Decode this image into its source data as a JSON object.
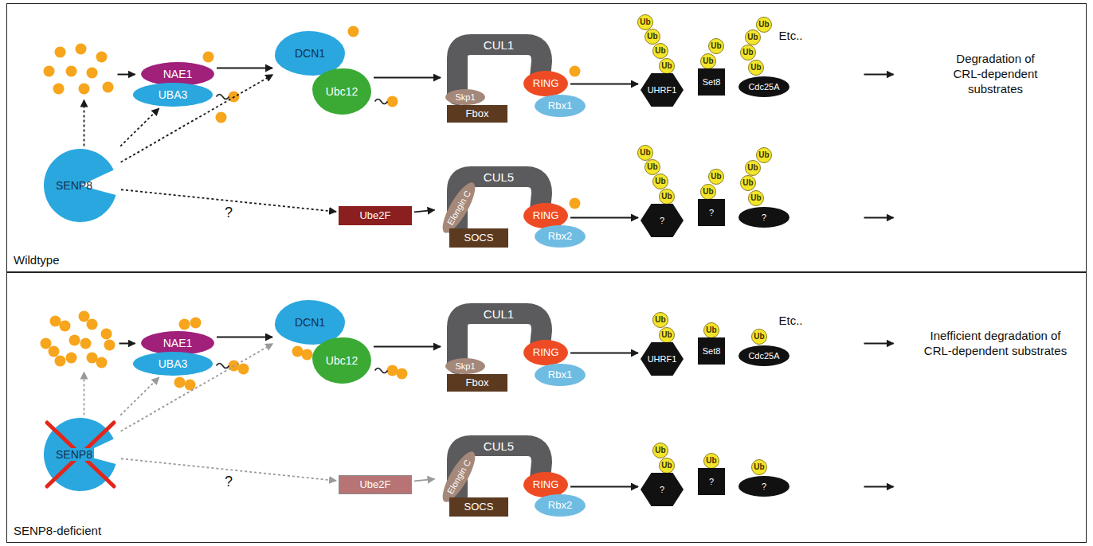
{
  "diagram": {
    "nodes": [
      {
        "text": [
          "Wildtype"
        ]
      },
      {
        "text": [
          "NAE1"
        ],
        "in": 0
      },
      {
        "text": [
          "UBA3"
        ],
        "in": 0
      },
      {
        "text": [
          "DCN1"
        ],
        "in": 0
      },
      {
        "text": [
          "Ubc12"
        ],
        "in": 0
      },
      {
        "text": [
          "CUL1"
        ],
        "in": 0
      },
      {
        "text": [
          "Skp1"
        ],
        "in": 0
      },
      {
        "text": [
          "Fbox"
        ],
        "in": 0
      },
      {
        "text": [
          "RING"
        ],
        "in": 0
      },
      {
        "text": [
          "Rbx1"
        ],
        "in": 0
      },
      {
        "text": [
          "Ub"
        ],
        "in": 0
      },
      {
        "text": [
          "Ub"
        ],
        "in": 0
      },
      {
        "text": [
          "Ub"
        ],
        "in": 0
      },
      {
        "text": [
          "Ub"
        ],
        "in": 0
      },
      {
        "text": [
          "UHRF1"
        ],
        "in": 0
      },
      {
        "text": [
          "Ub"
        ],
        "in": 0
      },
      {
        "text": [
          "Ub"
        ],
        "in": 0
      },
      {
        "text": [
          "Set8"
        ],
        "in": 0
      },
      {
        "text": [
          "Ub"
        ],
        "in": 0
      },
      {
        "text": [
          "Ub"
        ],
        "in": 0
      },
      {
        "text": [
          "Ub"
        ],
        "in": 0
      },
      {
        "text": [
          "Ub"
        ],
        "in": 0
      },
      {
        "text": [
          "Cdc25A"
        ],
        "in": 0
      },
      {
        "text": [
          "SENP8"
        ],
        "in": 0
      },
      {
        "text": [
          "Ube2F"
        ],
        "in": 0
      },
      {
        "text": [
          "CUL5"
        ],
        "in": 0
      },
      {
        "text": [
          "Elongin C"
        ],
        "in": 0
      },
      {
        "text": [
          "SOCS"
        ],
        "in": 0
      },
      {
        "text": [
          "RING"
        ],
        "in": 0
      },
      {
        "text": [
          "Rbx2"
        ],
        "in": 0
      },
      {
        "text": [
          "Ub"
        ],
        "in": 0
      },
      {
        "text": [
          "Ub"
        ],
        "in": 0
      },
      {
        "text": [
          "Ub"
        ],
        "in": 0
      },
      {
        "text": [
          "Ub"
        ],
        "in": 0
      },
      {
        "text": [
          "?"
        ],
        "in": 0
      },
      {
        "text": [
          "Ub"
        ],
        "in": 0
      },
      {
        "text": [
          "Ub"
        ],
        "in": 0
      },
      {
        "text": [
          "?"
        ],
        "in": 0
      },
      {
        "text": [
          "Ub"
        ],
        "in": 0
      },
      {
        "text": [
          "Ub"
        ],
        "in": 0
      },
      {
        "text": [
          "Ub"
        ],
        "in": 0
      },
      {
        "text": [
          "Ub"
        ],
        "in": 0
      },
      {
        "text": [
          "?"
        ],
        "in": 0
      },
      {
        "text": [
          "SENP8-deficient"
        ]
      },
      {
        "text": [
          "NAE1"
        ],
        "in": 43
      },
      {
        "text": [
          "UBA3"
        ],
        "in": 43
      },
      {
        "text": [
          "DCN1"
        ],
        "in": 43
      },
      {
        "text": [
          "Ubc12"
        ],
        "in": 43
      },
      {
        "text": [
          "CUL1"
        ],
        "in": 43
      },
      {
        "text": [
          "Skp1"
        ],
        "in": 43
      },
      {
        "text": [
          "Fbox"
        ],
        "in": 43
      },
      {
        "text": [
          "RING"
        ],
        "in": 43
      },
      {
        "text": [
          "Rbx1"
        ],
        "in": 43
      },
      {
        "text": [
          "Ub"
        ],
        "in": 43
      },
      {
        "text": [
          "Ub"
        ],
        "in": 43
      },
      {
        "text": [
          "UHRF1"
        ],
        "in": 43
      },
      {
        "text": [
          "Ub"
        ],
        "in": 43
      },
      {
        "text": [
          "Set8"
        ],
        "in": 43
      },
      {
        "text": [
          "Ub"
        ],
        "in": 43
      },
      {
        "text": [
          "Cdc25A"
        ],
        "in": 43
      },
      {
        "text": [
          "SENP8"
        ],
        "in": 43
      },
      {
        "text": [
          "Ube2F"
        ],
        "in": 43
      },
      {
        "text": [
          "CUL5"
        ],
        "in": 43
      },
      {
        "text": [
          "Elongin C"
        ],
        "in": 43
      },
      {
        "text": [
          "SOCS"
        ],
        "in": 43
      },
      {
        "text": [
          "RING"
        ],
        "in": 43
      },
      {
        "text": [
          "Rbx2"
        ],
        "in": 43
      },
      {
        "text": [
          "Ub"
        ],
        "in": 43
      },
      {
        "text": [
          "Ub"
        ],
        "in": 43
      },
      {
        "text": [
          "?"
        ],
        "in": 43
      },
      {
        "text": [
          "Ub"
        ],
        "in": 43
      },
      {
        "text": [
          "?"
        ],
        "in": 43
      },
      {
        "text": [
          "Ub"
        ],
        "in": 43
      },
      {
        "text": [
          "?"
        ],
        "in": 43
      }
    ],
    "edges": [
      {
        "from": 1,
        "to": 3,
        "arrow": "to"
      },
      {
        "from": 4,
        "to": 5,
        "arrow": "to"
      },
      {
        "from": 8,
        "to": 14,
        "arrow": "to"
      },
      {
        "from": 23,
        "to": 2,
        "arrow": "to"
      },
      {
        "from": 23,
        "to": 3,
        "arrow": "to"
      },
      {
        "from": 23,
        "to": 24,
        "label": "?",
        "arrow": "to"
      },
      {
        "from": 24,
        "to": 26,
        "arrow": "to"
      },
      {
        "from": 28,
        "to": 34,
        "arrow": "to"
      },
      {
        "from": 44,
        "to": 46,
        "arrow": "to"
      },
      {
        "from": 47,
        "to": 48,
        "arrow": "to"
      },
      {
        "from": 51,
        "to": 55,
        "arrow": "to"
      },
      {
        "from": 60,
        "to": 45,
        "arrow": "to"
      },
      {
        "from": 60,
        "to": 46,
        "arrow": "to"
      },
      {
        "from": 60,
        "to": 61,
        "label": "?",
        "arrow": "to"
      },
      {
        "from": 61,
        "to": 63,
        "arrow": "to"
      },
      {
        "from": 65,
        "to": 69,
        "arrow": "to"
      }
    ],
    "labels": [
      "Etc..",
      "Degradation of CRL-dependent substrates",
      "Etc..",
      "Inefficient degradation of CRL-dependent substrates"
    ]
  }
}
